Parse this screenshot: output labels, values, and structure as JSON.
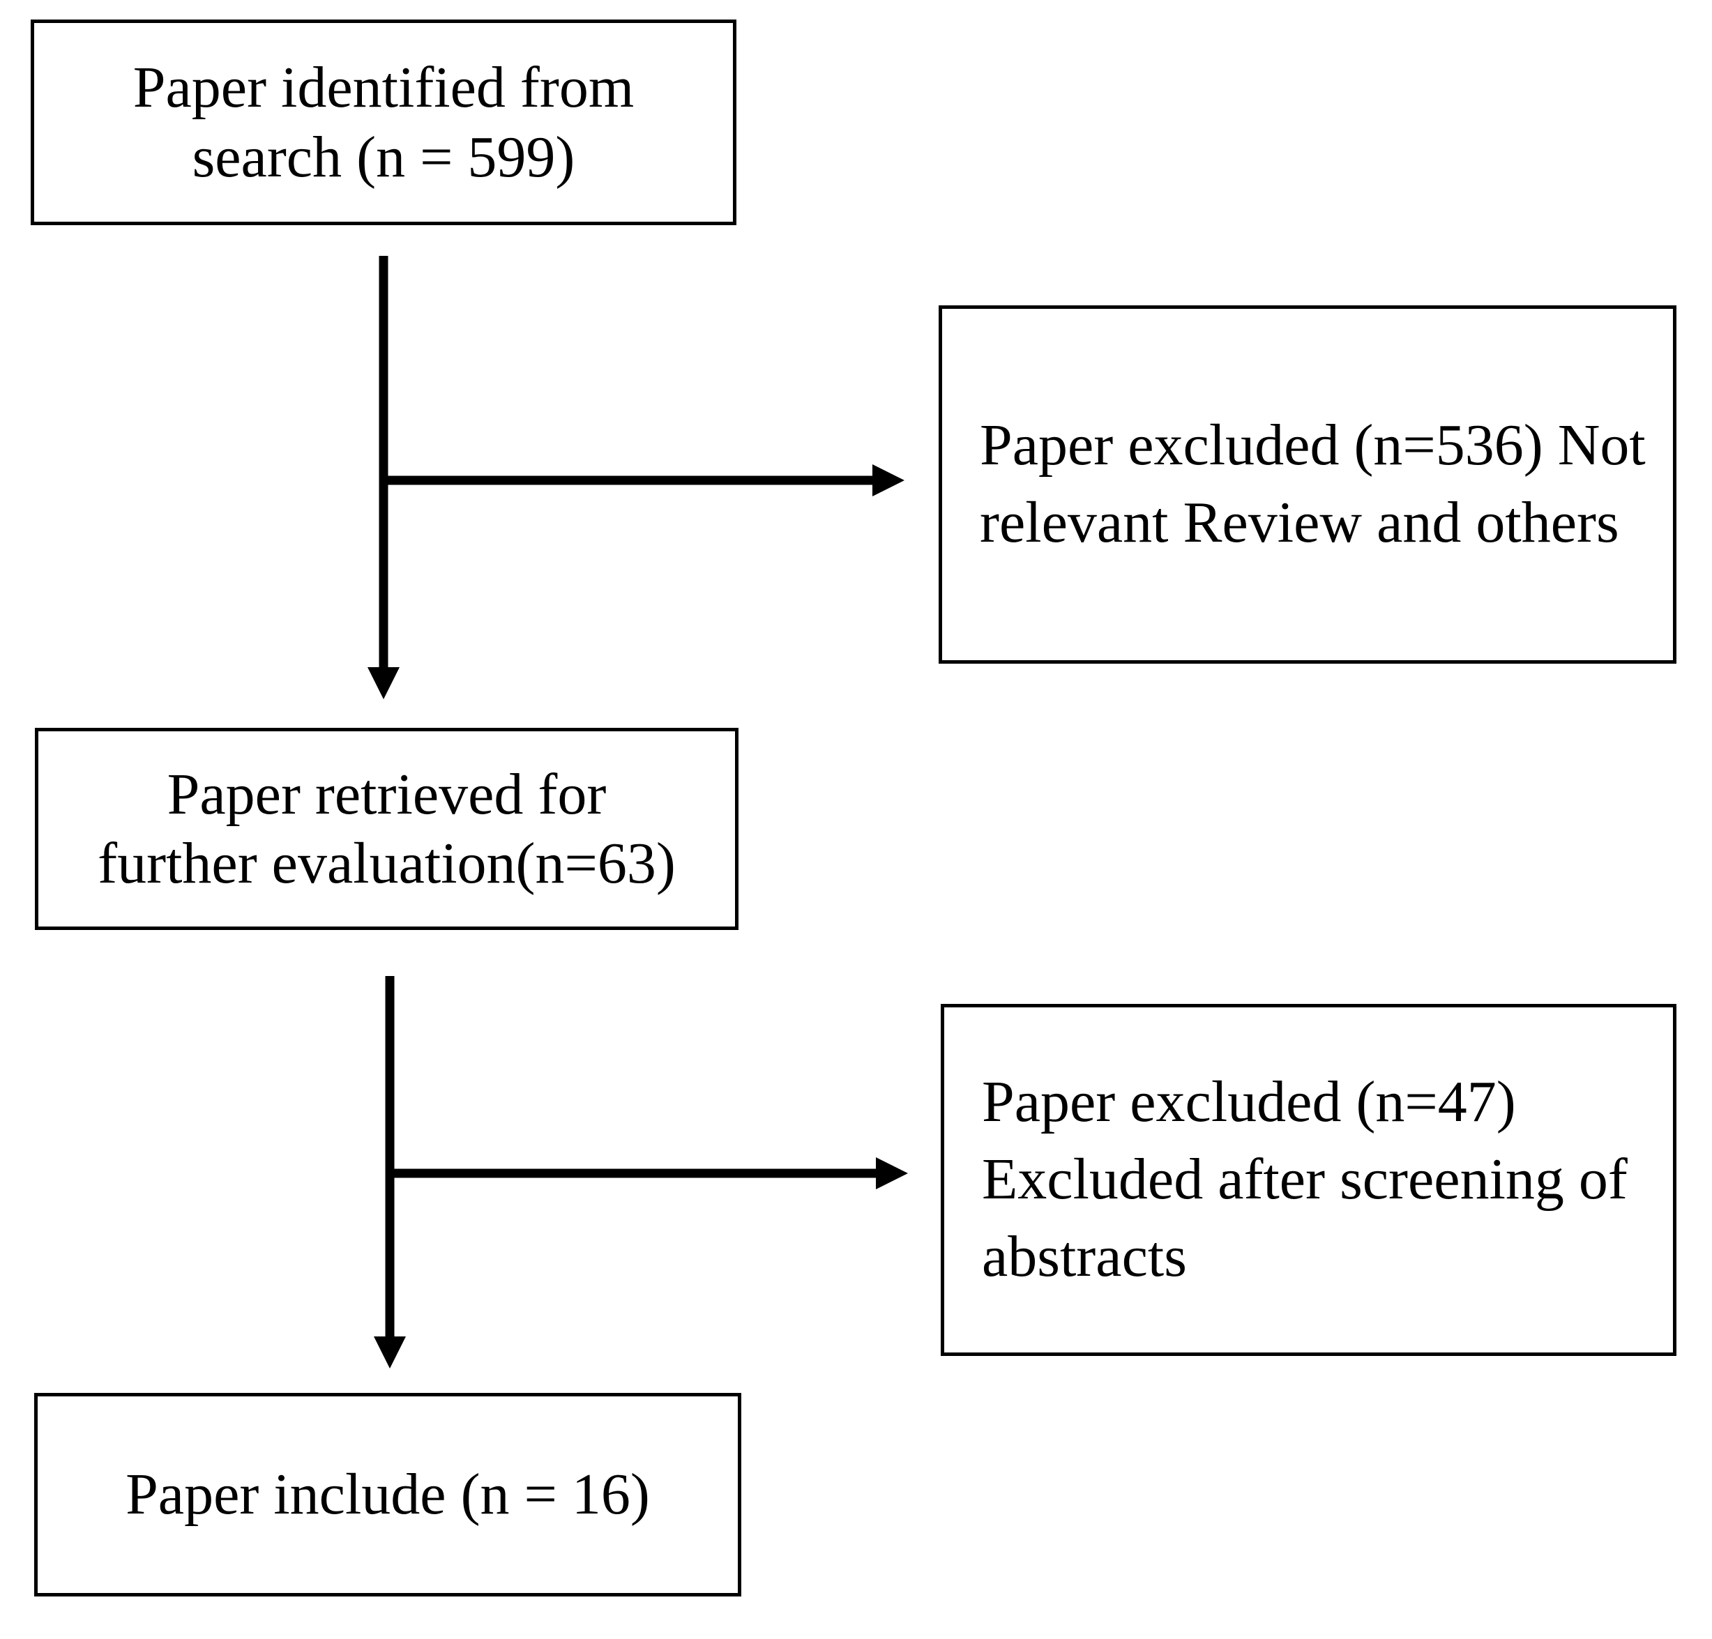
{
  "colors": {
    "ink": "#000000",
    "paper": "#ffffff"
  },
  "diagram": {
    "type": "flowchart",
    "nodes": {
      "identified": {
        "text": "Paper identified from search (n = 599)",
        "lines": [
          "Paper identified from",
          "search (n = 599)"
        ],
        "count": 599
      },
      "excluded_first": {
        "text": "Paper excluded (n=536) Not relevant Review and others",
        "lines": [
          "Paper excluded (n=536) Not",
          "relevant Review and others"
        ],
        "count": 536
      },
      "retrieved": {
        "text": "Paper retrieved for further evaluation(n=63)",
        "lines": [
          "Paper retrieved for",
          "further evaluation(n=63)"
        ],
        "count": 63
      },
      "excluded_second": {
        "text": "Paper excluded (n=47) Excluded after screening of abstracts",
        "lines": [
          "Paper excluded (n=47)",
          "Excluded after screening of",
          "abstracts"
        ],
        "count": 47
      },
      "included": {
        "text": "Paper include (n = 16)",
        "lines": [
          "Paper include (n = 16)"
        ],
        "count": 16
      }
    },
    "edges": [
      {
        "from": "identified",
        "to": "retrieved",
        "kind": "vertical-arrow"
      },
      {
        "from": "identified",
        "to": "excluded_first",
        "kind": "horizontal-branch-arrow"
      },
      {
        "from": "retrieved",
        "to": "included",
        "kind": "vertical-arrow"
      },
      {
        "from": "retrieved",
        "to": "excluded_second",
        "kind": "horizontal-branch-arrow"
      }
    ]
  }
}
